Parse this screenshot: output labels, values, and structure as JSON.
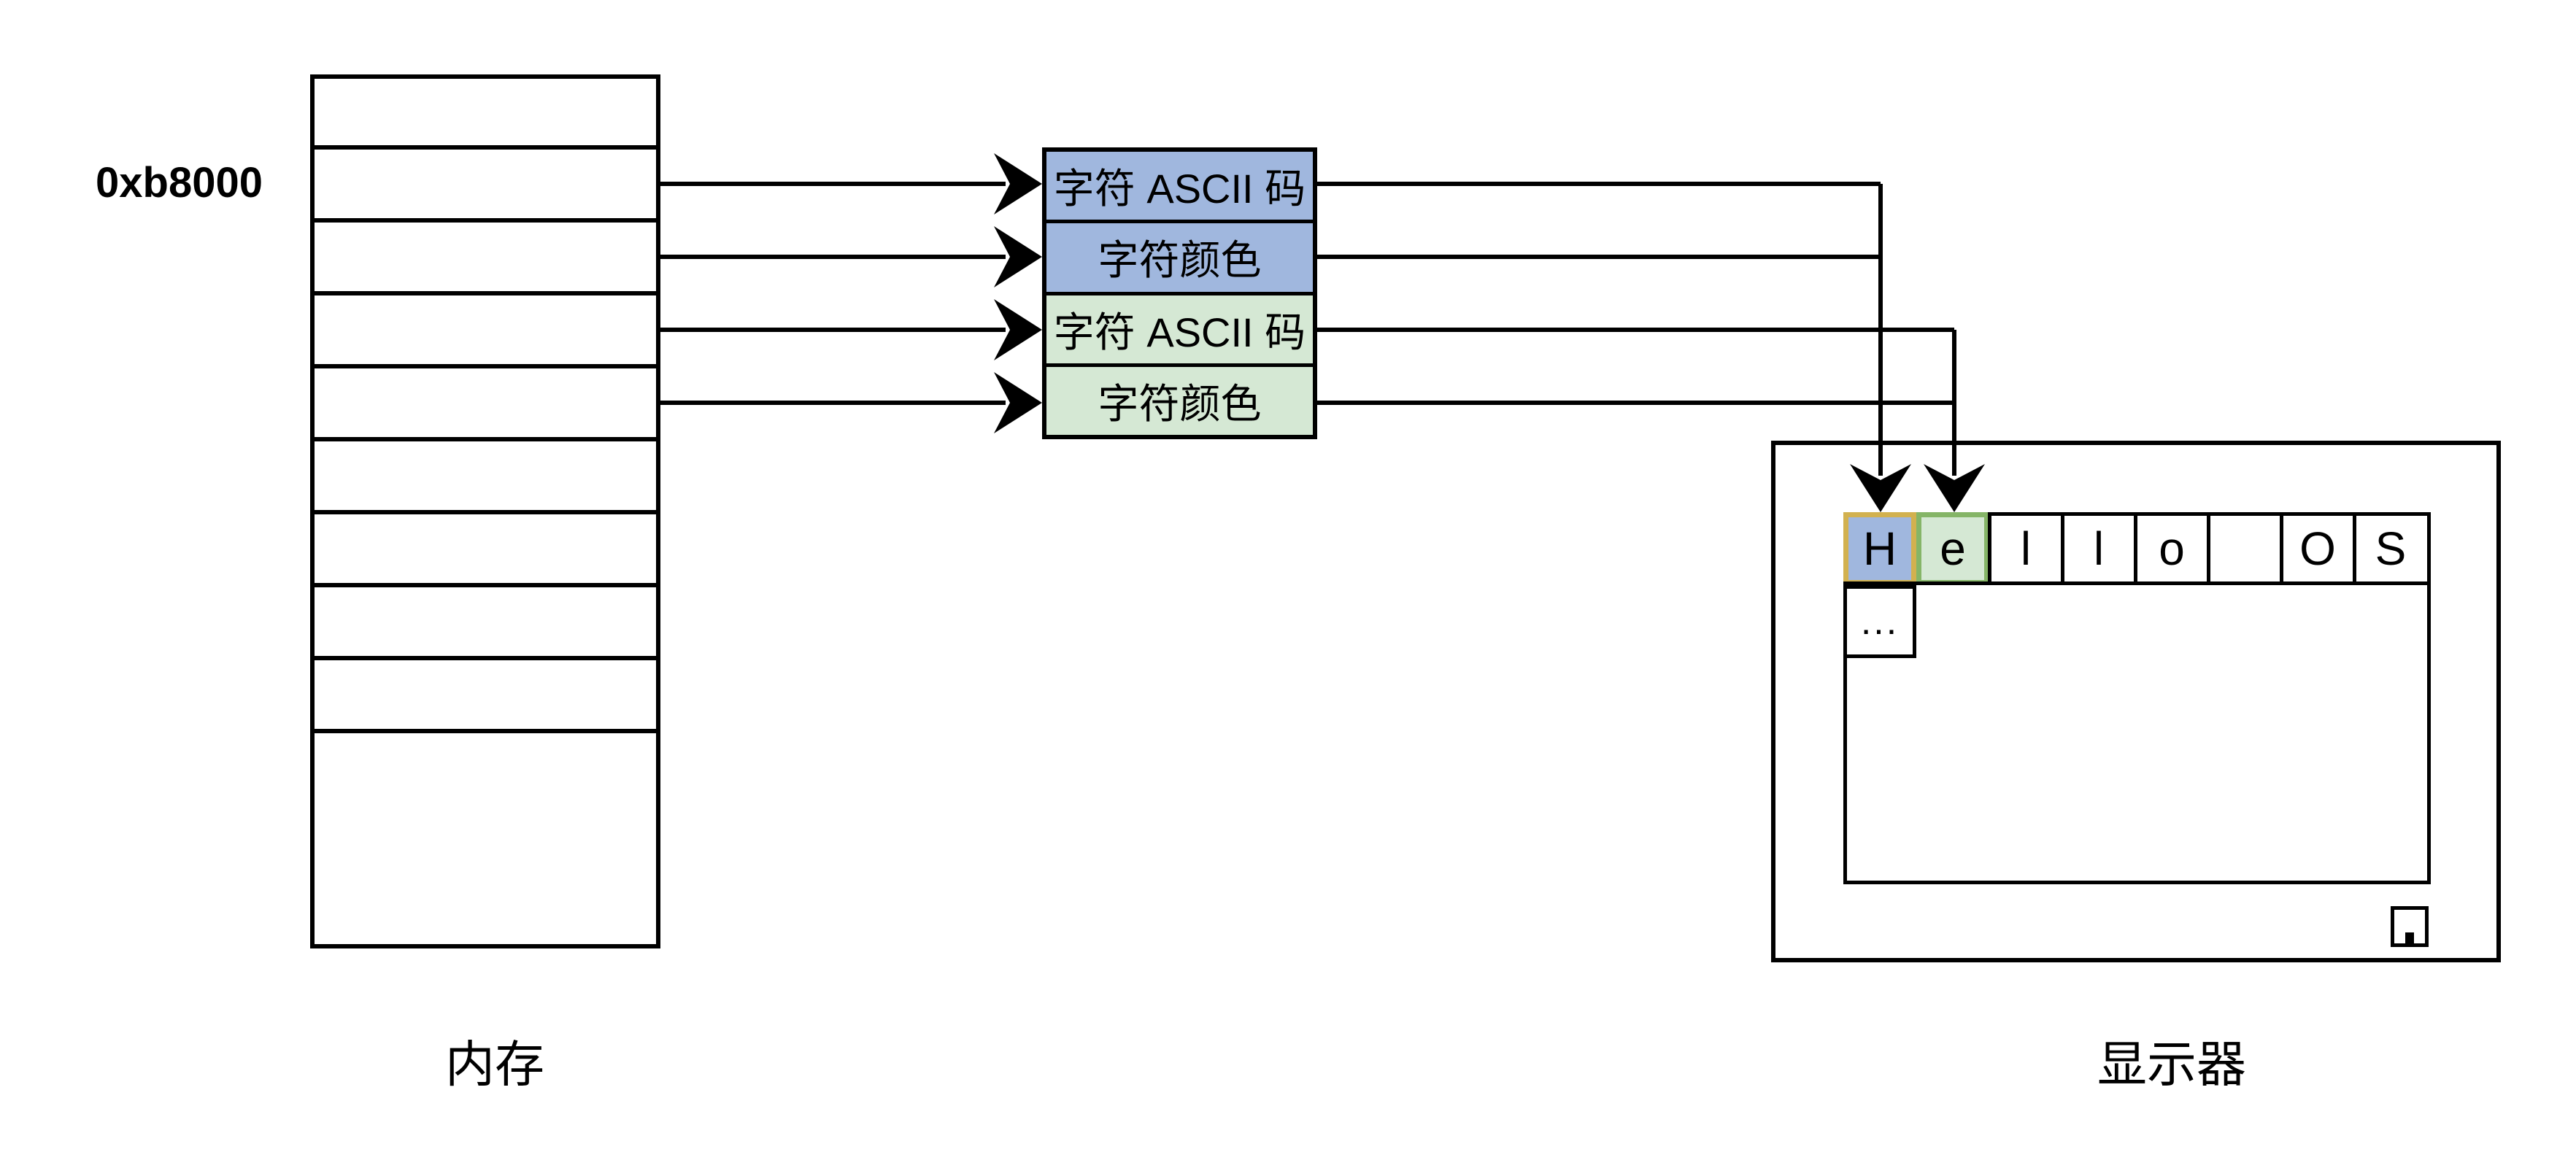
{
  "memory": {
    "address_label": "0xb8000",
    "caption": "内存"
  },
  "vram_block": {
    "rows": [
      {
        "label": "字符 ASCII 码",
        "group": "blue"
      },
      {
        "label": "字符颜色",
        "group": "blue"
      },
      {
        "label": "字符 ASCII 码",
        "group": "green"
      },
      {
        "label": "字符颜色",
        "group": "green"
      }
    ]
  },
  "display": {
    "caption": "显示器",
    "cells": [
      "H",
      "e",
      "l",
      "l",
      "o",
      "",
      "O",
      "S"
    ],
    "ellipsis_cell": "..."
  },
  "colors": {
    "blue_fill": "#a0b7de",
    "green_fill": "#d5e8d4",
    "gold_border": "#d2b14f",
    "green_border": "#85b567",
    "line": "#000000",
    "background": "#ffffff"
  }
}
